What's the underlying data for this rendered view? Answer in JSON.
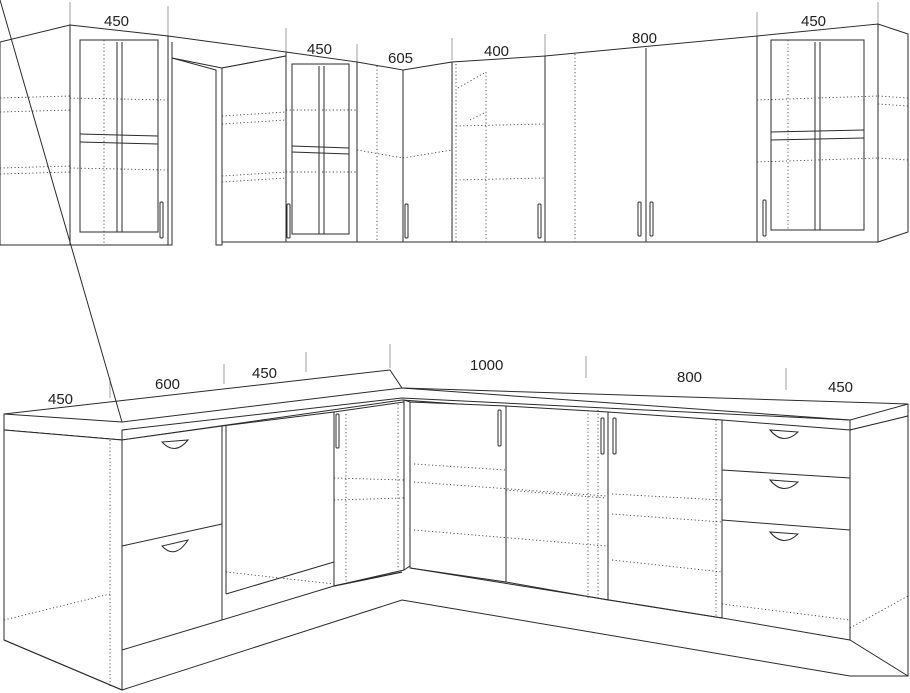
{
  "upper_cabinets": {
    "dimensions": [
      "450",
      "450",
      "605",
      "400",
      "800",
      "450"
    ]
  },
  "lower_cabinets": {
    "dimensions": [
      "450",
      "600",
      "450",
      "1000",
      "800",
      "450"
    ]
  }
}
